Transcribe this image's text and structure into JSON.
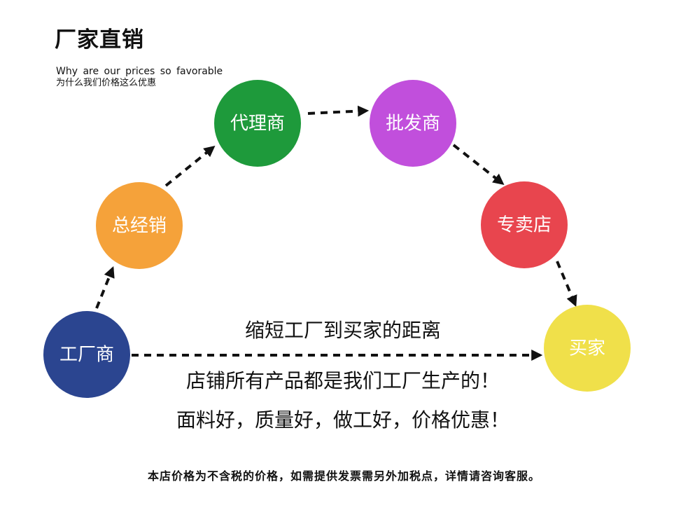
{
  "header": {
    "title": "厂家直销",
    "subtitle_en": "Why are our prices so favorable",
    "subtitle_zh": "为什么我们价格这么优惠"
  },
  "nodes": [
    {
      "id": "factory",
      "label": "工厂商",
      "color": "#2b4590"
    },
    {
      "id": "general-distributor",
      "label": "总经销",
      "color": "#f5a23a"
    },
    {
      "id": "agent",
      "label": "代理商",
      "color": "#1e9a3b"
    },
    {
      "id": "wholesaler",
      "label": "批发商",
      "color": "#c14fdc"
    },
    {
      "id": "specialty-store",
      "label": "专卖店",
      "color": "#e8454e"
    },
    {
      "id": "buyer",
      "label": "买家",
      "color": "#f0e04a"
    }
  ],
  "center": {
    "line1": "缩短工厂到买家的距离",
    "line2": "店铺所有产品都是我们工厂生产的！",
    "line3": "面料好，质量好，做工好，价格优惠！"
  },
  "footer": {
    "note": "本店价格为不含税的价格，如需提供发票需另外加税点，详情请咨询客服。"
  },
  "colors": {
    "arrow": "#111111",
    "text": "#111111",
    "background": "#ffffff"
  }
}
